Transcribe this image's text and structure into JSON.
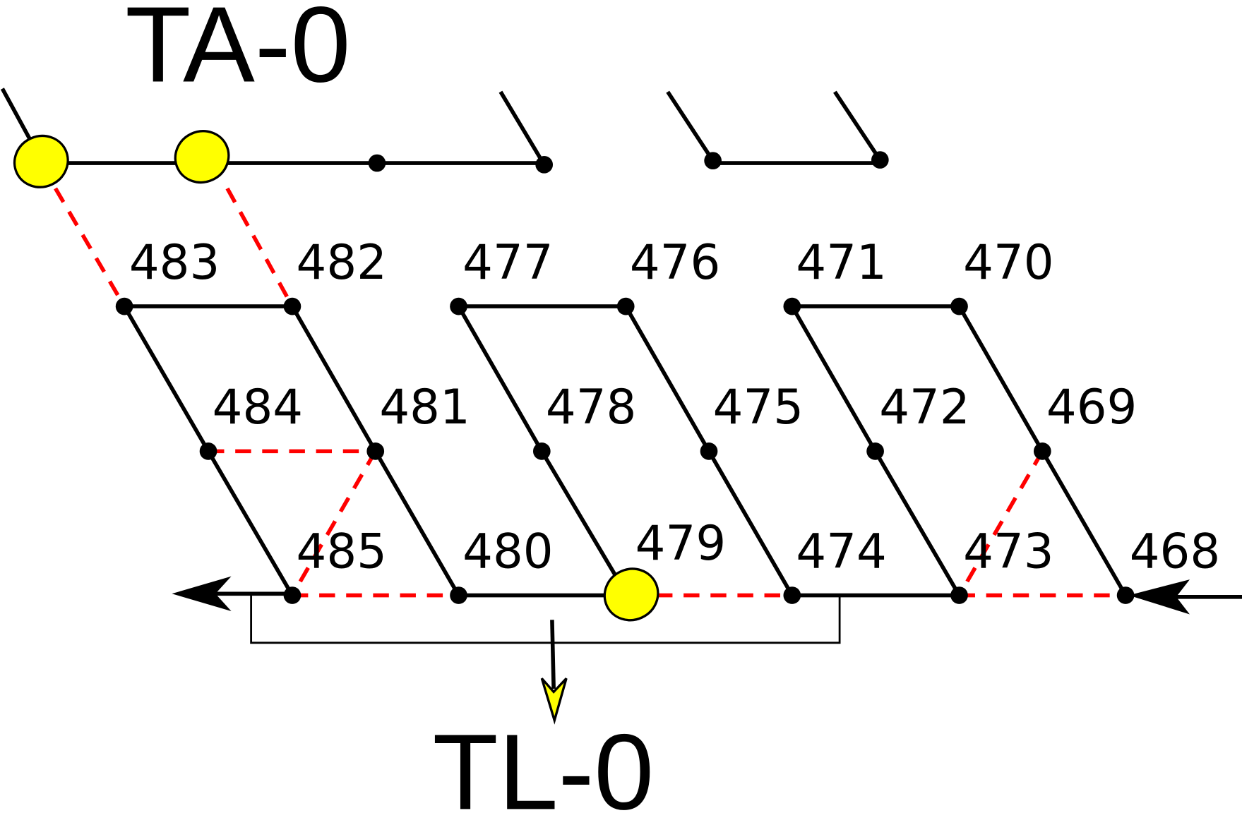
{
  "titles": {
    "top": "TA-0",
    "bottom": "TL-0"
  },
  "labels": [
    "483",
    "482",
    "477",
    "476",
    "471",
    "470",
    "484",
    "481",
    "478",
    "475",
    "472",
    "469",
    "485",
    "480",
    "479",
    "474",
    "473",
    "468"
  ],
  "colors": {
    "line": "#000000",
    "dashed": "#ff0000",
    "highlight": "#ffff00"
  }
}
